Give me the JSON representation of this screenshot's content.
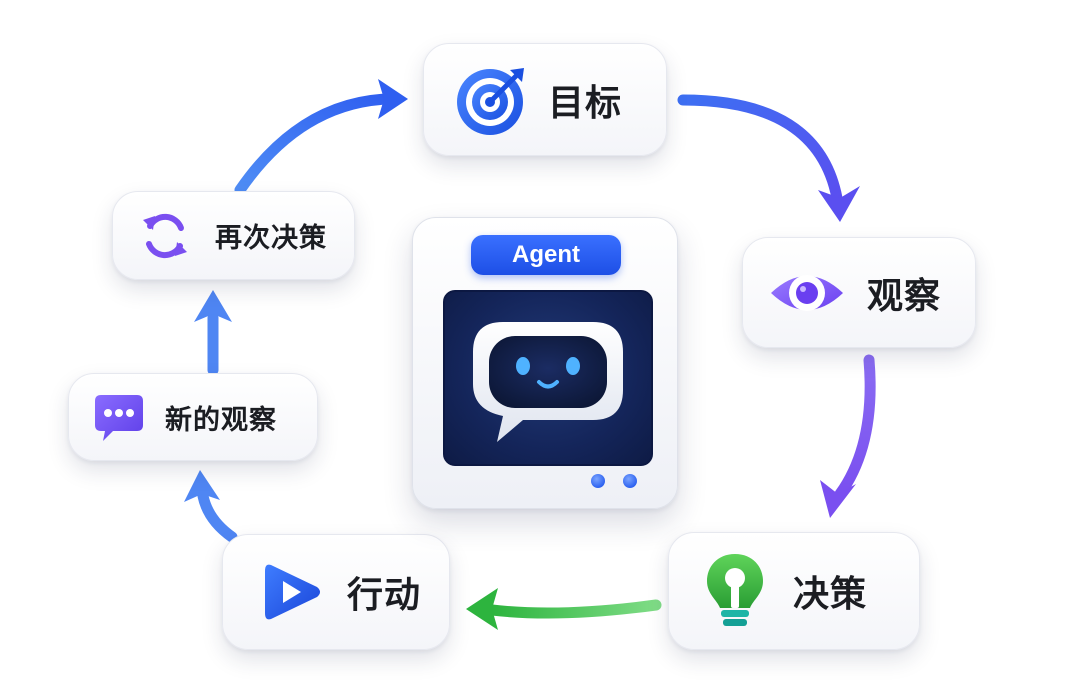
{
  "nodes": {
    "goal": {
      "label": "目标",
      "icon": "target-icon"
    },
    "observe": {
      "label": "观察",
      "icon": "eye-icon"
    },
    "decide": {
      "label": "决策",
      "icon": "lightbulb-icon"
    },
    "act": {
      "label": "行动",
      "icon": "play-icon"
    },
    "new_observation": {
      "label": "新的观察",
      "icon": "chat-bubble-icon"
    },
    "re_decide": {
      "label": "再次决策",
      "icon": "refresh-icon"
    }
  },
  "center": {
    "badge": "Agent",
    "icon": "robot-face-icon"
  },
  "colors": {
    "blue": "#2f5ff0",
    "purple": "#7a4ff0",
    "green": "#3bbf4a",
    "screen": "#14255a",
    "robot_eye": "#4fb2ff"
  }
}
